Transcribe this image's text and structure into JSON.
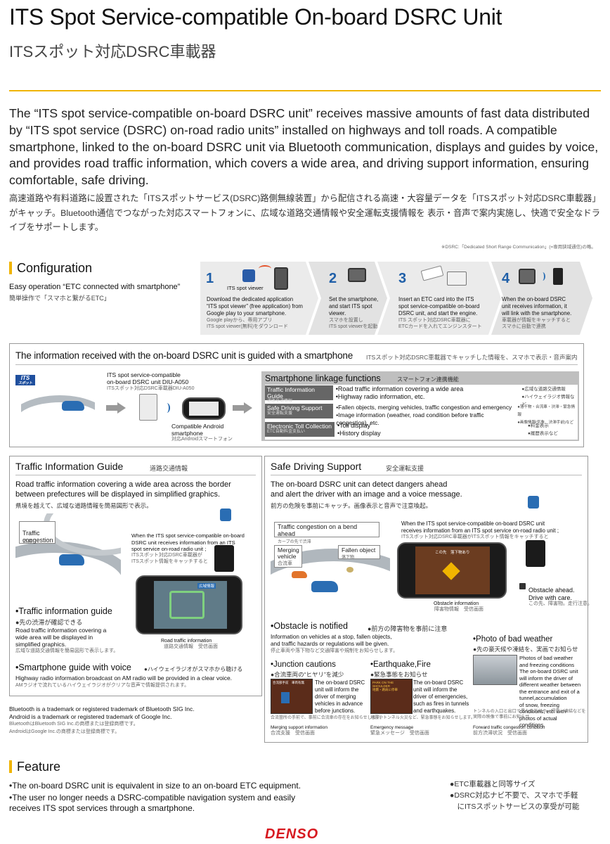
{
  "header": {
    "title_en": "ITS Spot Service-compatible On-board DSRC Unit",
    "title_jp": "ITSスポット対応DSRC車載器"
  },
  "intro": {
    "en": "The “ITS spot service-compatible on-board DSRC unit” receives massive amounts of fast data distributed by “ITS spot service (DSRC) on-road radio units” installed on highways and toll roads. A compatible smartphone, linked to the on-board DSRC unit via Bluetooth communication, displays and guides by voice, and provides road traffic information, which covers a wide area, and driving support information, ensuring comfortable, safe driving.",
    "jp": "高速道路や有料道路に設置された「ITSスポットサービス(DSRC)路側無線装置」から配信される高速・大容量データを「ITSスポット対応DSRC車載器」がキャッチ。Bluetooth通信でつながった対応スマートフォンに、広域な道路交通情報や安全運転支援情報を 表示・音声で案内実施し、快適で安全なドライブをサポートします。",
    "note": "※DSRC:「Dedicated Short Range Communication」(=専用狭域通信)の略。"
  },
  "config": {
    "title": "Configuration",
    "sub_en": "Easy operation “ETC connected with smartphone”",
    "sub_jp": "簡単操作で「スマホと繋がるETC」",
    "app_label": "ITS spot viewer",
    "steps": [
      {
        "num": "1",
        "en": "Download the dedicated application\n“ITS spot viewer” (free application) from\nGoogle play to your smartphone.",
        "jp": "Google playから、専用アプリ\nITS spot viewer(無料)をダウンロード"
      },
      {
        "num": "2",
        "en": "Set the smartphone,\nand start ITS spot\nviewer.",
        "jp": "スマホを設置し\nITS spot viewerを起動"
      },
      {
        "num": "3",
        "en": "Insert an ETC card into the ITS\nspot service-compatible on-board\nDSRC unit, and start the engine.",
        "jp": "ITS スポット対応DSRC車載器に\nETCカードを入れてエンジンスタート"
      },
      {
        "num": "4",
        "en": "When the on-board DSRC\nunit receives information, it\nwill link with the smartphone.",
        "jp": "車載器が情報をキャッチすると\nスマホに自動で連携"
      }
    ]
  },
  "guided": {
    "title": "The information received with the on-board DSRC unit is guided with a smartphone",
    "title_jp": "ITSスポット対応DSRC車載器でキャッチした情報を、スマホで表示・音声案内",
    "its_logo": "ITS",
    "its_logo_sub": "スポット",
    "unit_en": "ITS spot service-compatible\non-board DSRC unit DIU-A050",
    "unit_jp": "ITSスポット対応DSRC車載器DIU-A050",
    "phone_en": "Compatible Android\nsmartphone",
    "phone_jp": "対応Androidスマートフォン",
    "linkage_title": "Smartphone linkage functions",
    "linkage_title_jp": "スマートフォン連携機能",
    "rows": [
      {
        "label": "Traffic Information Guide",
        "label_jp": "道路交通情報",
        "items": "•Road traffic information covering a wide area\n•Highway radio information, etc.",
        "items_jp": "●広域な道路交通情報\n●ハイウェイラジオ情報など"
      },
      {
        "label": "Safe Driving Support",
        "label_jp": "安全運転支援",
        "items": "•Fallen objects, merging vehicles, traffic congestion and emergency\n•Image information (weather, road condition before traffic congestion), etc.",
        "items_jp": "●落下物・合流車・渋滞・緊急情報\n●画像情報(気象、渋滞手前)など"
      },
      {
        "label": "Electronic Toll Collection",
        "label_jp": "ETC自動料金支払い",
        "items": "•Toll display\n•History display",
        "items_jp": "●料金表示\n●履歴表示など"
      }
    ]
  },
  "traffic": {
    "title": "Traffic Information Guide",
    "title_jp": "道路交通情報",
    "lead": "Road traffic information covering a wide area across the border\nbetween prefectures will be displayed in simplified graphics.",
    "lead_jp": "県境を越えて、広域な道路情報を簡易図形で表示。",
    "congestion": "Traffic\ncongestion",
    "congestion_jp": "渋滞",
    "when_en": "When the ITS spot service-compatible on-board\nDSRC unit receives information from an ITS\nspot service on-road radio unit ;",
    "when_jp": "ITSスポット対応DSRC車載器が\nITSスポット情報をキャッチすると",
    "screen_label": "広域情報",
    "cap_en": "Road traffic information",
    "cap_jp": "道路交通情報　受信画面",
    "g1_title": "•Traffic information guide",
    "g1_jp": "●先の渋滞が確認できる",
    "g1_en": "Road traffic information covering a\nwide area will be displayed in\nsimplified graphics.",
    "g1_jp2": "広域な道路交通情報を簡易図形で表示します。",
    "g2_title": "•Smartphone guide with voice",
    "g2_jp": "●ハイウェイラジオがスマホから聴ける",
    "g2_en": "Highway radio information broadcast on AM radio will be provided in a clear voice.",
    "g2_jp2": "AMラジオで流れているハイウェイラジオがクリアな音声で情報提供されます。"
  },
  "safe": {
    "title": "Safe Driving Support",
    "title_jp": "安全運転支援",
    "lead": "The on-board DSRC unit can detect dangers ahead\nand alert the driver with an image and a voice message.",
    "lead_jp": "前方の危険を事前にキャッチ。画像表示と音声で注意喚起。",
    "bend": "Traffic congestion on a bend ahead",
    "bend_jp": "カーブの先で渋滞",
    "merging": "Merging\nvehicle",
    "merging_jp": "合流車",
    "fallen": "Fallen object",
    "fallen_jp": "落下物",
    "when_en": "When the ITS spot service-compatible on-board DSRC unit\nreceives information from an ITS spot service on-road radio unit ;",
    "when_jp": "ITSスポット対応DSRC車載器がITSスポット情報をキャッチすると",
    "screen_top": "この先　落下物あり",
    "cap_en": "Obstacle information",
    "cap_jp": "障害物情報　受信画面",
    "voice": "Obstacle ahead.\nDrive with care.",
    "voice_jp": "この先、障害物。走行注意。",
    "obs_title": "•Obstacle is notified",
    "obs_jp": "●前方の障害物を事前に注意",
    "obs_en": "Information on vehicles at a stop, fallen objects,\nand traffic hazards or regulations will be given.",
    "obs_jp2": "停止車両や落下物など交通障害や規制をお知らせします。",
    "j_title": "•Junction cautions",
    "j_jp": "●合流車両の“ヒヤリ”を減少",
    "j_en": "The on-board DSRC\nunit will inform the\ndriver of merging\nvehicles in advance\nbefore junctions.",
    "j_jp2": "合流箇所の手前で、事前に合流車の存在をお知らせします。",
    "j_cap": "Merging support information",
    "j_cap_jp": "合流支援　受信画面",
    "j_screen": "合流部手前　車両有無",
    "e_title": "•Earthquake,Fire",
    "e_jp": "●緊急事態をお知らせ",
    "e_en": "The on-board DSRC\nunit will inform the\ndriver of emergencies,\nsuch as fires in tunnels\nand earthquakes.",
    "e_jp2": "地震やトンネル火災など、緊急事態をお知らせします。",
    "e_cap": "Emergency message",
    "e_cap_jp": "緊急メッセージ　受信画面",
    "e_screen": "PARK ON THE SHOULDER\n地震・路肩に停車",
    "w_title": "•Photo of bad weather",
    "w_jp": "●先の豪天候や凍結を、実画でお知らせ",
    "w_en": "Photos of bad weather\nand freezing conditions\nThe on-board DSRC unit\nwill inform the driver of\ndifferent weather between\nthe entrance and exit of a tunnel,accumulation\nof snow, freezing conditions, etc. with\nphotos of actual conditions.",
    "w_jp2": "トンネルの入口と出口で異なる天候や、積雪、凍結などを\n実際の映像で事前にお知らせ",
    "w_cap": "Forward traffic congestion condition",
    "w_cap_jp": "前方渋滞状況　受信画面"
  },
  "tm": {
    "en": "Bluetooth is a trademark or registered trademark of Bluetooth SIG Inc.\nAndroid is a trademark or registered trademark of Google Inc.",
    "jp": "BluetoothはBluetooth SIG Inc.の商標または登録商標です。\nAndroidはGoogle Inc.の商標または登録商標です。"
  },
  "feature": {
    "title": "Feature",
    "en1": "•The on-board DSRC unit is equivalent in size to an on-board ETC equipment.",
    "en2": "•The user no longer needs a DSRC-compatible navigation system and easily\n  receives ITS spot services through a smartphone.",
    "jp1": "●ETC車載器と同等サイズ",
    "jp2": "●DSRC対応ナビ不要で、スマホで手軽\n　にITSスポットサービスの享受が可能"
  },
  "brand": "DENSO",
  "colors": {
    "accent": "#f0b400",
    "brand": "#d71920"
  }
}
